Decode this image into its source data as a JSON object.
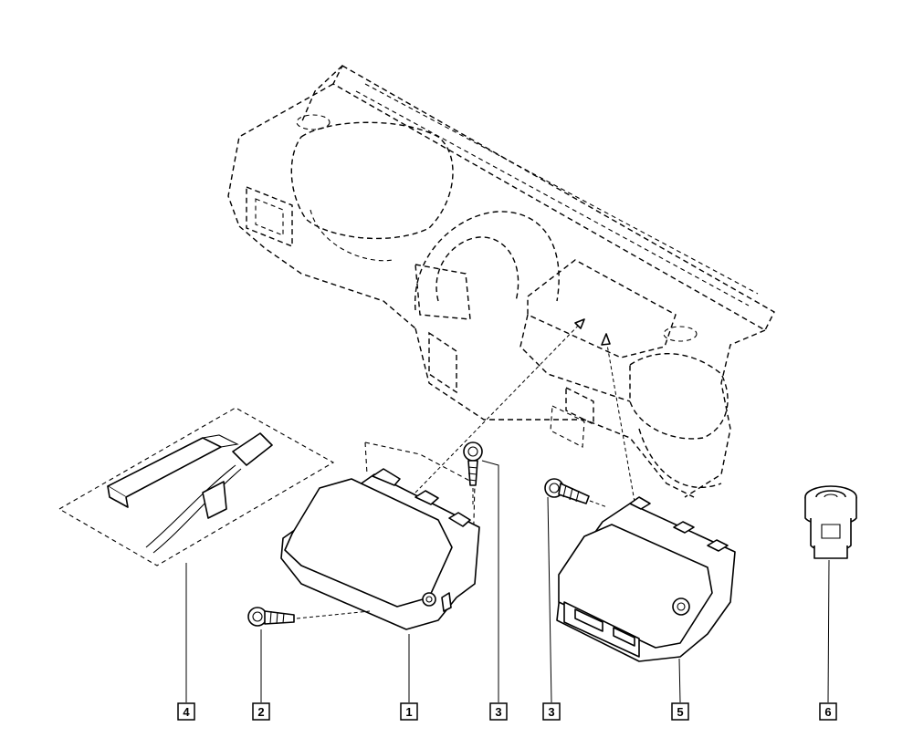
{
  "callouts": [
    {
      "id": "c4",
      "label": "4"
    },
    {
      "id": "c2",
      "label": "2"
    },
    {
      "id": "c1",
      "label": "1"
    },
    {
      "id": "c3a",
      "label": "3"
    },
    {
      "id": "c3b",
      "label": "3"
    },
    {
      "id": "c5",
      "label": "5"
    },
    {
      "id": "c6",
      "label": "6"
    }
  ]
}
